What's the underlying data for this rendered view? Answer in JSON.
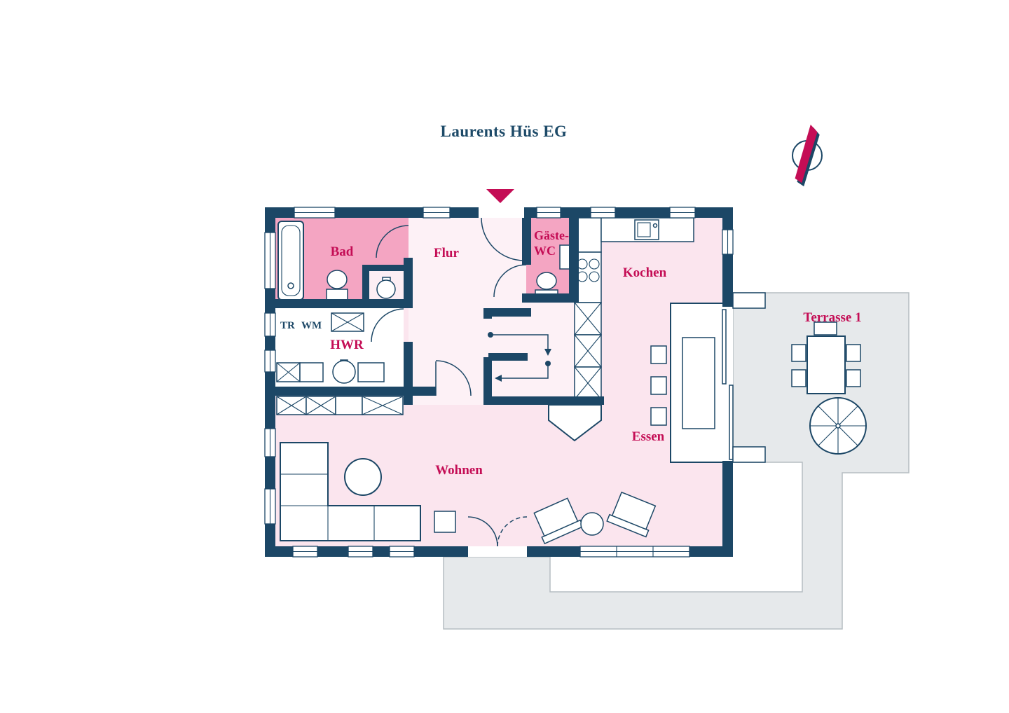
{
  "title": "Laurents Hüs EG",
  "labels": {
    "bad": "Bad",
    "flur": "Flur",
    "gaeste_wc_line1": "Gäste-",
    "gaeste_wc_line2": "WC",
    "kochen": "Kochen",
    "hwr": "HWR",
    "tr": "TR",
    "wm": "WM",
    "essen": "Essen",
    "wohnen": "Wohnen",
    "terrasse": "Terrasse 1"
  },
  "colors": {
    "wall_navy": "#1c4766",
    "label_crimson": "#c40d55",
    "room_pink": "#fbe5ee",
    "room_pink_light": "#fdf1f6",
    "room_pink_highlight": "#f4a5c2",
    "terrace_gray": "#e6e9eb",
    "terrace_border": "#b6bdc2"
  },
  "icons": {
    "north_indicator": "compass-north-needle",
    "entrance_marker": "entrance-arrow-down"
  }
}
